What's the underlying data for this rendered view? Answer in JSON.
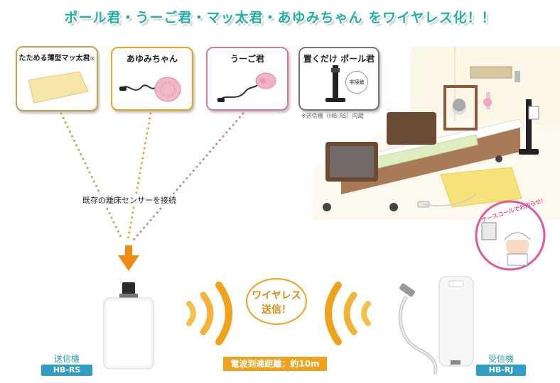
{
  "headline": "ポール君・うーご君・マッ太君・あゆみちゃん をワイヤレス化！！",
  "sensors": [
    {
      "label": "たためる薄型マッ太君",
      "sup": "®",
      "border": "#c8a050"
    },
    {
      "label": "あゆみちゃん",
      "border": "#f0a21c"
    },
    {
      "label": "うーご君",
      "border": "#d87a9a"
    },
    {
      "label": "置くだけ ポール君",
      "border": "#777777"
    }
  ],
  "non_contact_badge": "非接触",
  "transmitter_builtin_note": "※送信機（HB-RS）内蔵",
  "connect_caption": "既存の離床センサーを接続",
  "wireless_bubble": [
    "ワイヤレス",
    "送信！"
  ],
  "distance_label": "電波到達距離：約10m",
  "transmitter": {
    "name": "送信機",
    "model": "HB-RS"
  },
  "receiver": {
    "name": "受信機",
    "model": "HB-RJ"
  },
  "nurse_call_text": "ナースコールでお知らせ！",
  "colors": {
    "teal": "#20b0a8",
    "orange": "#f0a21c",
    "blue": "#2f9dc8",
    "pink": "#e0589a"
  }
}
